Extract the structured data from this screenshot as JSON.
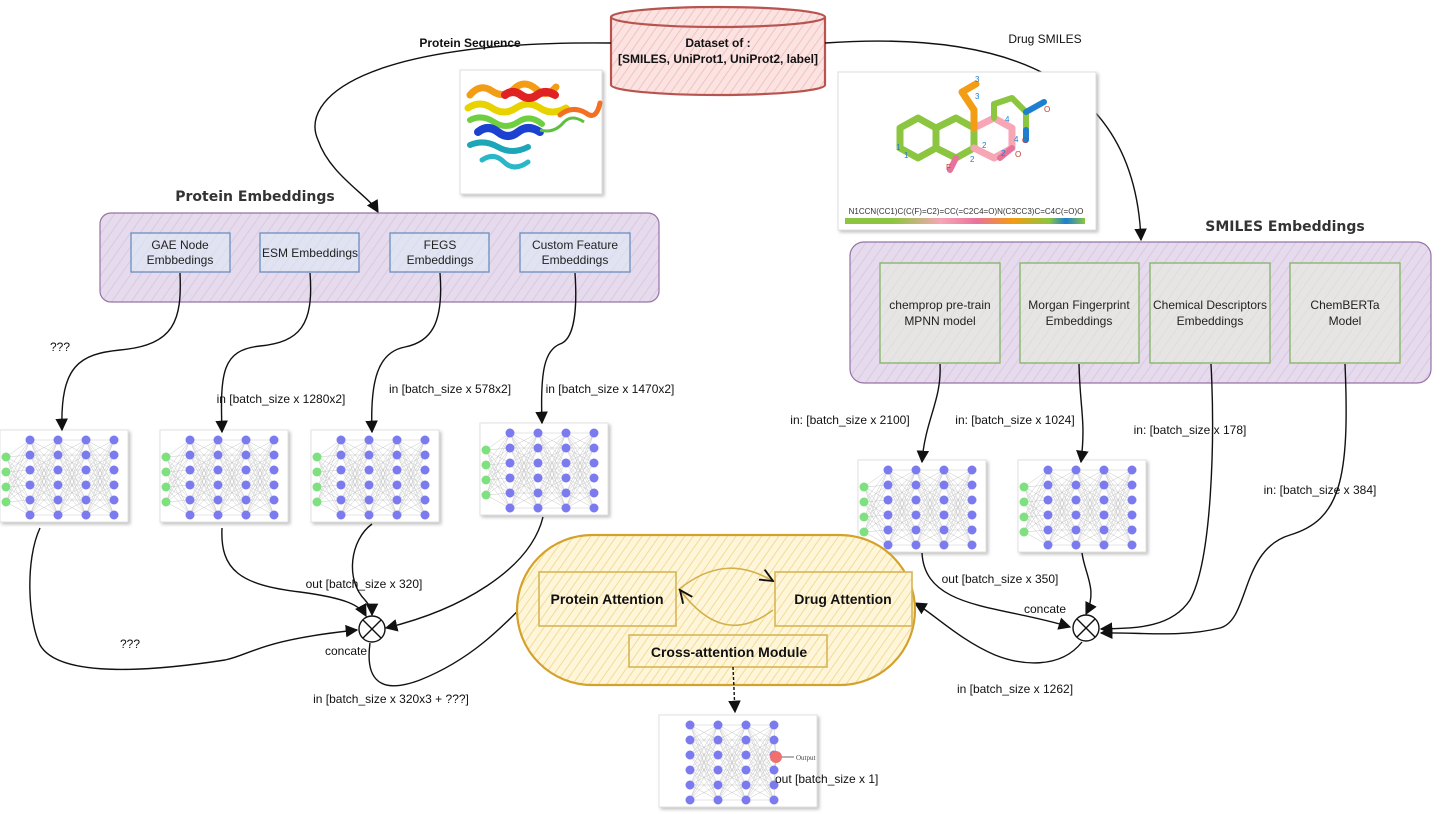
{
  "dataset": {
    "line1": "Dataset of :",
    "line2": "[SMILES, UniProt1, UniProt2, label]"
  },
  "edges": {
    "protein_sequence": "Protein Sequence",
    "drug_smiles": "Drug SMILES"
  },
  "protein": {
    "header": "Protein Embeddings",
    "boxes": [
      {
        "l1": "GAE Node",
        "l2": "Embbedings"
      },
      {
        "l1": "ESM Embeddings",
        "l2": ""
      },
      {
        "l1": "FEGS",
        "l2": "Embeddings"
      },
      {
        "l1": "Custom Feature",
        "l2": "Embeddings"
      }
    ],
    "inputs": [
      "???",
      "in [batch_size x 1280x2]",
      "in [batch_size x 578x2]",
      "in [batch_size x 1470x2]"
    ],
    "out": "out [batch_size x 320]",
    "unknown": "???",
    "concate": "concate",
    "concat_out": "in [batch_size x 320x3 + ???]"
  },
  "smiles": {
    "header": "SMILES Embeddings",
    "string": "N1CCN(CC1)C(C(F)=C2)=CC(=C2C4=O)N(C3CC3)C=C4C(=O)O",
    "boxes": [
      {
        "l1": "chemprop pre-train",
        "l2": "MPNN model"
      },
      {
        "l1": "Morgan Fingerprint",
        "l2": "Embeddings"
      },
      {
        "l1": "Chemical Descriptors",
        "l2": "Embeddings"
      },
      {
        "l1": "ChemBERTa",
        "l2": "Model"
      }
    ],
    "inputs": [
      "in: [batch_size x 2100]",
      "in: [batch_size x 1024]",
      "in: [batch_size x 178]",
      "in: [batch_size x 384]"
    ],
    "out": "out [batch_size x 350]",
    "concate": "concate",
    "concat_out": "in [batch_size x 1262]",
    "atom_labels": [
      "3",
      "3",
      "4",
      "2",
      "4",
      "2",
      "1",
      "1",
      "F",
      "2",
      "O",
      "O",
      "O"
    ]
  },
  "attention": {
    "protein": "Protein Attention",
    "drug": "Drug Attention",
    "module": "Cross-attention Module"
  },
  "output": {
    "node": "Output",
    "shape": "out [batch_size x 1]"
  },
  "colors": {
    "dataset_stroke": "#b85450",
    "dataset_fill": "#f8cecc",
    "panel_fill": "#e1d5e7",
    "panel_stroke": "#9673a6",
    "protein_box_stroke": "#6c8ebf",
    "smiles_box_stroke": "#82b366",
    "attention_fill": "#fff2cc",
    "attention_stroke": "#d6b656",
    "nn_node": "#7b7bef",
    "nn_input": "#7fe07f",
    "nn_output": "#f07070"
  }
}
